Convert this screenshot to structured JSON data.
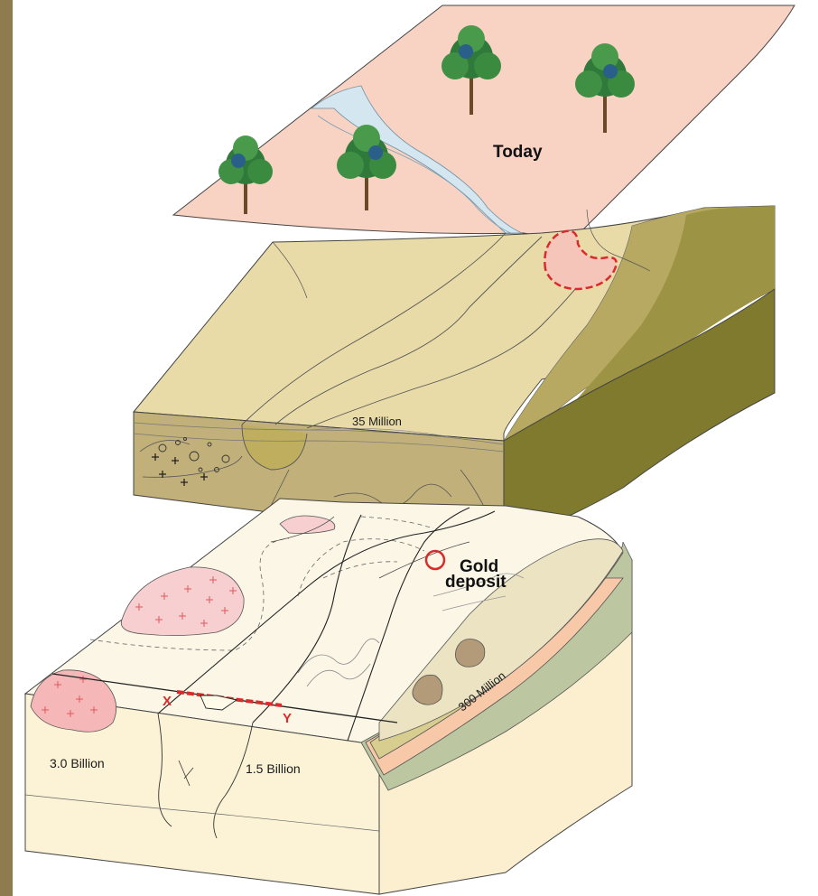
{
  "labels": {
    "today": "Today",
    "age_35": "35 Million",
    "gold_line1": "Gold",
    "gold_line2": "deposit",
    "age_300": "300 Million",
    "age_3_0": "3.0 Billion",
    "age_1_5": "1.5 Billion",
    "marker_x": "X",
    "marker_y": "Y"
  },
  "colors": {
    "background_photo": "#9c8a5e",
    "surface_today": "#f8d3c4",
    "river": "#d3e6f0",
    "middle_top": "#e8dcaa",
    "middle_side": "#c2b27a",
    "middle_right": "#8a8231",
    "lower_top": "#fbf6e8",
    "lower_side": "#fbefcf",
    "granite_pink": "#f6c8cc",
    "gold_marker": "#d92b2b",
    "layer_orange": "#f8c9a8",
    "layer_green": "#bcc7a0"
  }
}
